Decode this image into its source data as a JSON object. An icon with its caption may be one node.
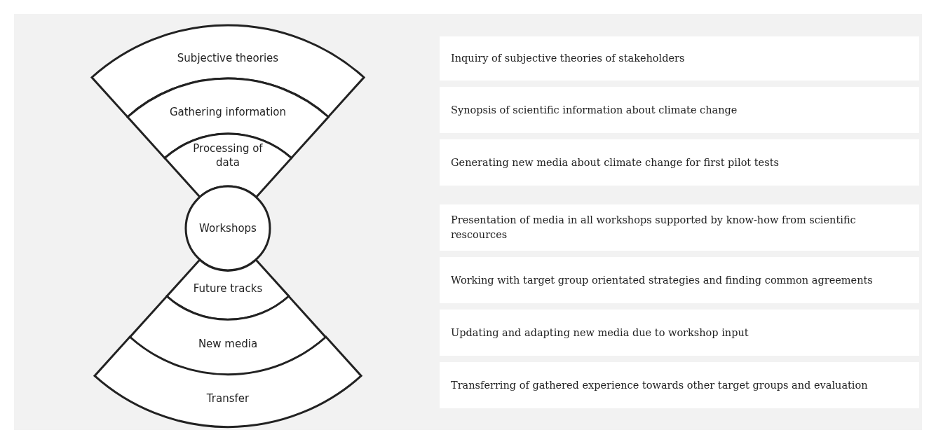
{
  "diagram": {
    "nodes": [
      {
        "text": [
          "Subjective theories"
        ]
      },
      {
        "text": [
          "Gathering information"
        ]
      },
      {
        "text": [
          "Processing of data"
        ]
      },
      {
        "text": [
          "Workshops"
        ]
      },
      {
        "text": [
          "Future tracks"
        ]
      },
      {
        "text": [
          "New media"
        ]
      },
      {
        "text": [
          "Transfer"
        ]
      },
      {
        "text": [
          "Inquiry of subjective theories of stakeholders"
        ]
      },
      {
        "text": [
          "Synopsis of scientific information about climate change"
        ]
      },
      {
        "text": [
          "Generating new media about climate change for first pilot tests"
        ]
      },
      {
        "text": [
          "Presentation of media in all workshops supported by know-how from scientific rescources"
        ]
      },
      {
        "text": [
          "Working with target group orientated strategies and finding common agreements"
        ]
      },
      {
        "text": [
          "Updating and adapting new media due to workshop input"
        ]
      },
      {
        "text": [
          "Transferring of gathered experience towards other target groups and evaluation"
        ]
      }
    ]
  }
}
